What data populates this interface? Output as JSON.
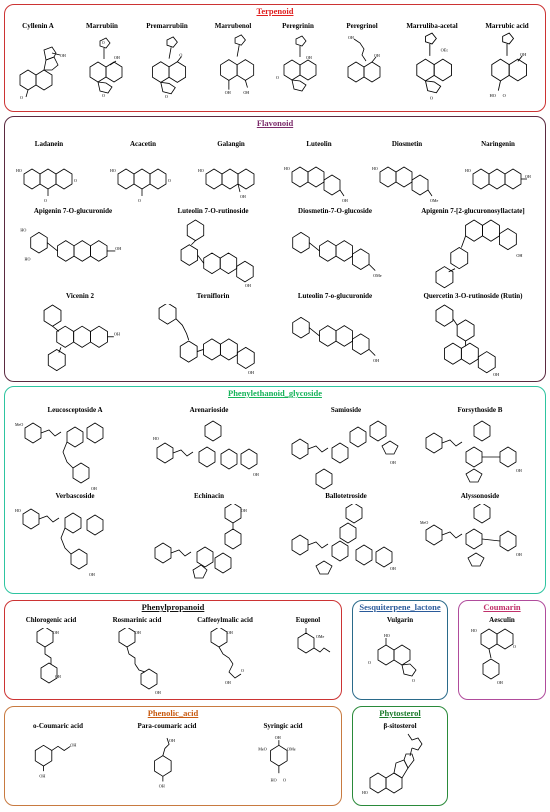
{
  "groups": [
    {
      "id": "terpenoid",
      "title": "Terpenoid",
      "title_color": "#e02020",
      "border_color": "#e05050",
      "compounds": [
        "Cyllenin A",
        "Marrubiin",
        "Premarrubiin",
        "Marrubenol",
        "Peregrinin",
        "Peregrinol",
        "Marruliba-acetal",
        "Marrubic acid"
      ]
    },
    {
      "id": "flavonoid",
      "title": "Flavonoid",
      "title_color": "#7b2a6a",
      "border_color": "#5a2a40",
      "compounds": [
        "Ladanein",
        "Acacetin",
        "Galangin",
        "Luteolin",
        "Diosmetin",
        "Naringenin",
        "Apigenin 7-O-glucuronide",
        "Luteolin 7-O-rutinoside",
        "Diosmetin-7-O-glucoside",
        "Apigenin 7-[2-glucuronosyllactate]",
        "Vicenin 2",
        "Terniflorin",
        "Luteolin 7-o-glucuronide",
        "Quercetin 3-O-rutinoside (Rutin)"
      ]
    },
    {
      "id": "phenylethanoid",
      "title": "Phenylethanoid_glycoside",
      "title_color": "#16b35a",
      "border_color": "#2ec4a0",
      "compounds": [
        "Leucosceptoside A",
        "Arenarioside",
        "Samioside",
        "Forsythoside B",
        "Verbascoside",
        "Echinacin",
        "Ballotetroside",
        "Alyssonoside"
      ]
    },
    {
      "id": "phenylpropanoid",
      "title": "Phenylpropanoid",
      "title_color": "#111111",
      "border_color": "#e05050",
      "compounds": [
        "Chlorogenic acid",
        "Rosmarinic acid",
        "Caffeoylmalic acid",
        "Eugenol"
      ]
    },
    {
      "id": "sesquiterpene",
      "title": "Sesquiterpene_lactone",
      "title_color": "#2a5a9a",
      "border_color": "#2a6a8a",
      "compounds": [
        "Vulgarin"
      ]
    },
    {
      "id": "coumarin",
      "title": "Coumarin",
      "title_color": "#c0306a",
      "border_color": "#b04c9c",
      "compounds": [
        "Aesculin"
      ]
    },
    {
      "id": "phenolic",
      "title": "Phenolic_acid",
      "title_color": "#c85a10",
      "border_color": "#c87a40",
      "compounds": [
        "o-Coumaric acid",
        "Para-coumaric acid",
        "Syringic acid"
      ]
    },
    {
      "id": "phytosterol",
      "title": "Phytosterol",
      "title_color": "#1a7a2a",
      "border_color": "#2a8a3a",
      "compounds": [
        "β-sitosterol"
      ]
    }
  ]
}
